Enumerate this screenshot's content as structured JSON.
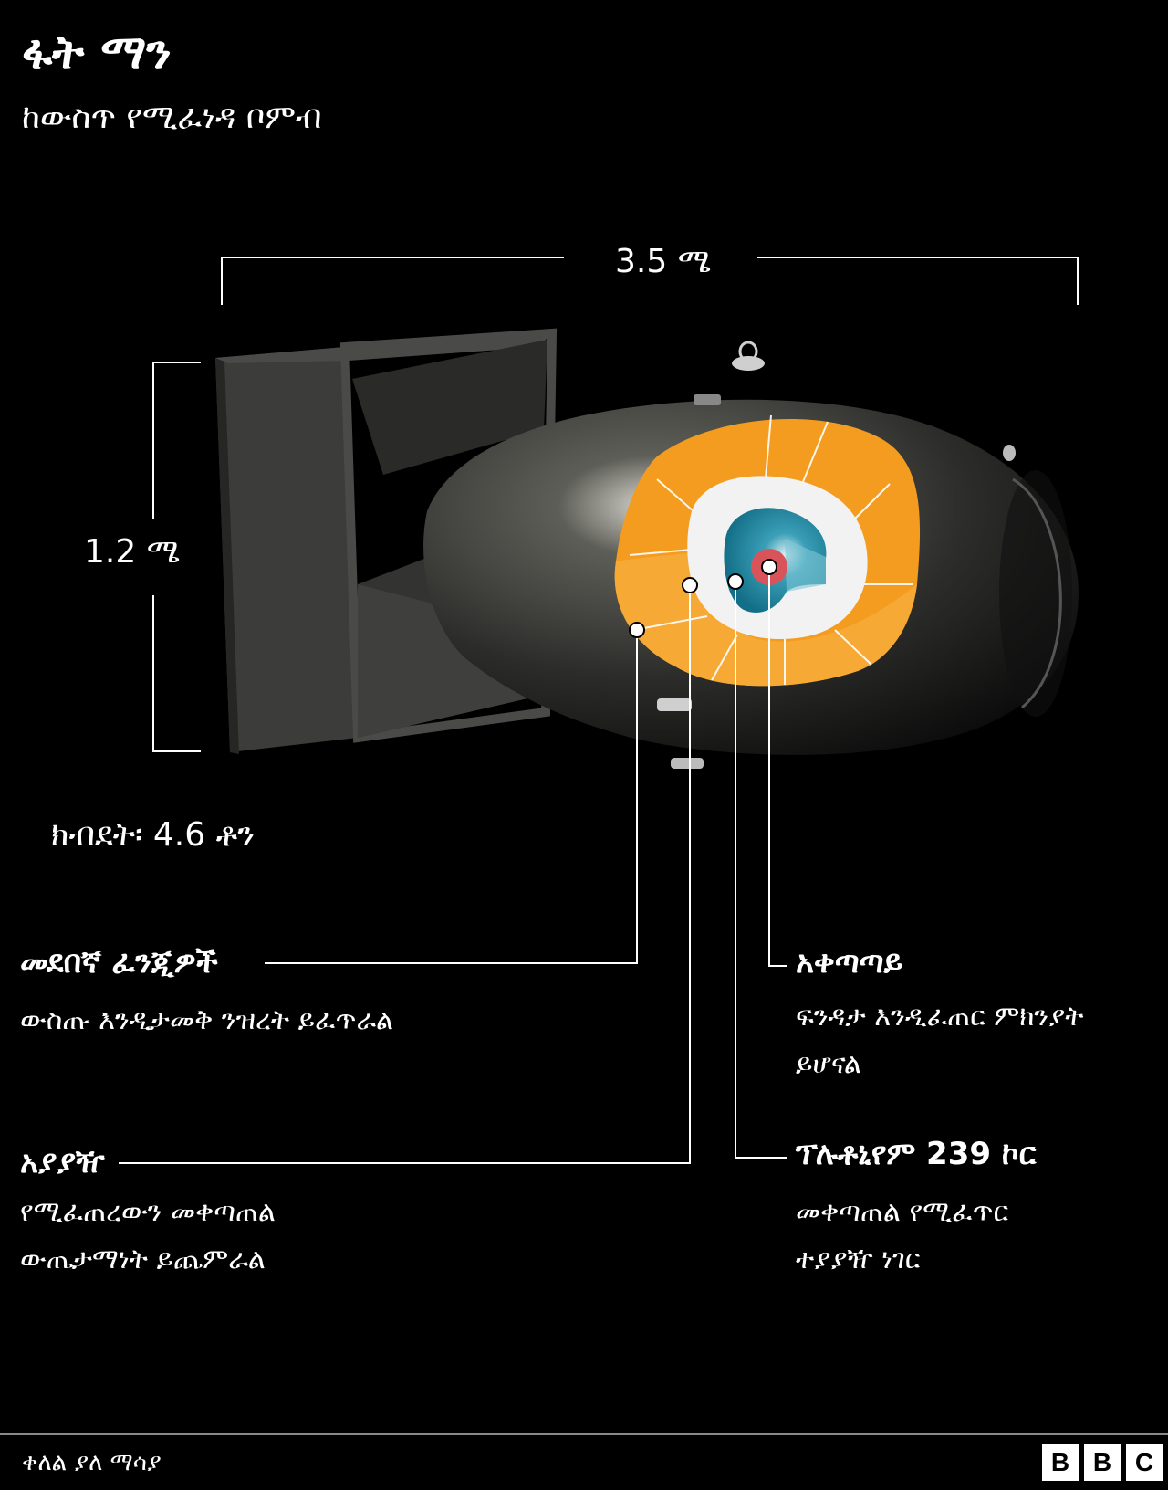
{
  "header": {
    "title": "ፋት ማን",
    "subtitle": "ከውስጥ የሚፈነዳ ቦምብ"
  },
  "dimensions": {
    "length": "3.5 ሜ",
    "height": "1.2 ሜ",
    "weight": "ክብደት፡ 4.6 ቶን"
  },
  "callouts": [
    {
      "title": "መደበኛ ፈንጂዎች",
      "lines": [
        "ውስጡ እንዲታመቅ ንዝረት ይፈጥራል"
      ]
    },
    {
      "title": "አያያዥ",
      "lines": [
        "የሚፈጠረውን መቀጣጠል",
        "ውጤታማነት ይጨምራል"
      ]
    },
    {
      "title": "አቀጣጣይ",
      "lines": [
        "ፍንዳታ እንዲፈጠር ምክንያት",
        "ይሆናል"
      ]
    },
    {
      "title": "ፕሉቶኒየም 239 ኮር",
      "lines": [
        "መቀጣጠል የሚፈጥር",
        "ተያያዥ ነገር"
      ]
    }
  ],
  "footer": {
    "credit": "ቀለል ያለ ማሳያ",
    "logo": [
      "B",
      "B",
      "C"
    ]
  },
  "colors": {
    "explosive_outer": "#f39c1f",
    "explosive_inner": "#f7a935",
    "tamper": "#f2f2f2",
    "core": "#1f8aa3",
    "initiator": "#d9545a",
    "bomb_body": "#3a3a38"
  }
}
